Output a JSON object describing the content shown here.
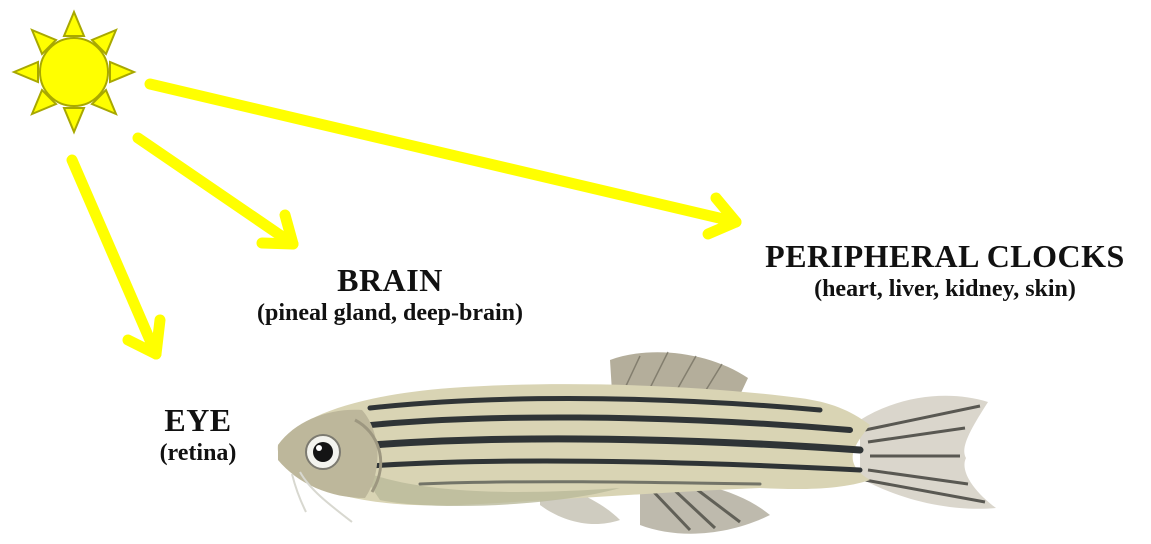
{
  "labels": {
    "brain": {
      "title": "BRAIN",
      "subtitle": "(pineal gland, deep-brain)"
    },
    "peripheral": {
      "title": "PERIPHERAL CLOCKS",
      "subtitle": "(heart, liver, kidney, skin)"
    },
    "eye": {
      "title": "EYE",
      "subtitle": "(retina)"
    }
  },
  "colors": {
    "sun_fill": "#ffff00",
    "sun_stroke": "#a8a800",
    "arrow": "#ffff00",
    "text": "#111111"
  },
  "icons": {
    "sun": "sun-icon",
    "fish": "zebrafish-illustration"
  }
}
